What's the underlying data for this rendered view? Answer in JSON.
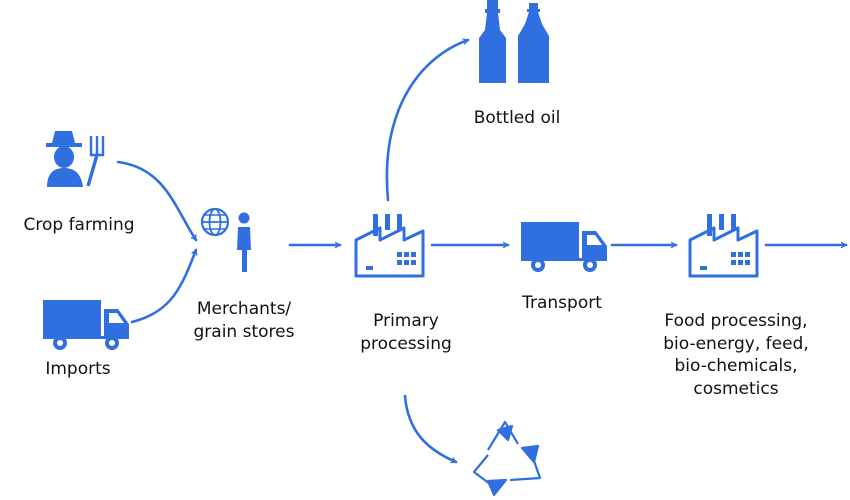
{
  "accent_color": "#2f6fe0",
  "nodes": {
    "bottled_oil": {
      "label": "Bottled oil",
      "icon": "oil-bottles-icon"
    },
    "crop_farming": {
      "label": "Crop farming",
      "icon": "farmer-icon"
    },
    "imports": {
      "label": "Imports",
      "icon": "truck-icon"
    },
    "merchants": {
      "label_line1": "Merchants/",
      "label_line2": "grain stores",
      "icon": "merchant-globe-icon"
    },
    "primary_processing": {
      "label_line1": "Primary",
      "label_line2": "processing",
      "icon": "factory-icon"
    },
    "transport": {
      "label": "Transport",
      "icon": "truck-icon"
    },
    "end_uses": {
      "line1": "Food processing,",
      "line2": "bio-energy, feed,",
      "line3": "bio-chemicals,",
      "line4": "cosmetics",
      "icon": "factory-icon"
    },
    "recycling": {
      "icon": "recycle-icon"
    }
  },
  "flows": [
    [
      "crop_farming",
      "merchants"
    ],
    [
      "imports",
      "merchants"
    ],
    [
      "merchants",
      "primary_processing"
    ],
    [
      "primary_processing",
      "bottled_oil"
    ],
    [
      "primary_processing",
      "transport"
    ],
    [
      "transport",
      "end_uses"
    ],
    [
      "primary_processing",
      "recycling"
    ],
    [
      "end_uses",
      "out"
    ]
  ]
}
